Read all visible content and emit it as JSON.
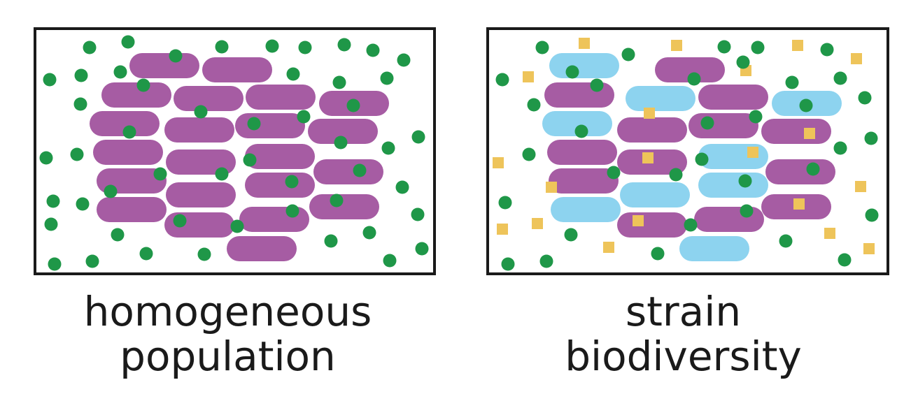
{
  "colors": {
    "border": "#1a1a1a",
    "purple": "#a65ca3",
    "blue": "#8dd3ef",
    "green": "#1f9748",
    "yellow": "#eec45a"
  },
  "icons": [
    "green-dot",
    "yellow-square",
    "purple-rod-cell",
    "blue-rod-cell"
  ],
  "panels": [
    {
      "caption_line1": "homogeneous",
      "caption_line2": "population"
    },
    {
      "caption_line1": "strain",
      "caption_line2": "biodiversity"
    }
  ]
}
